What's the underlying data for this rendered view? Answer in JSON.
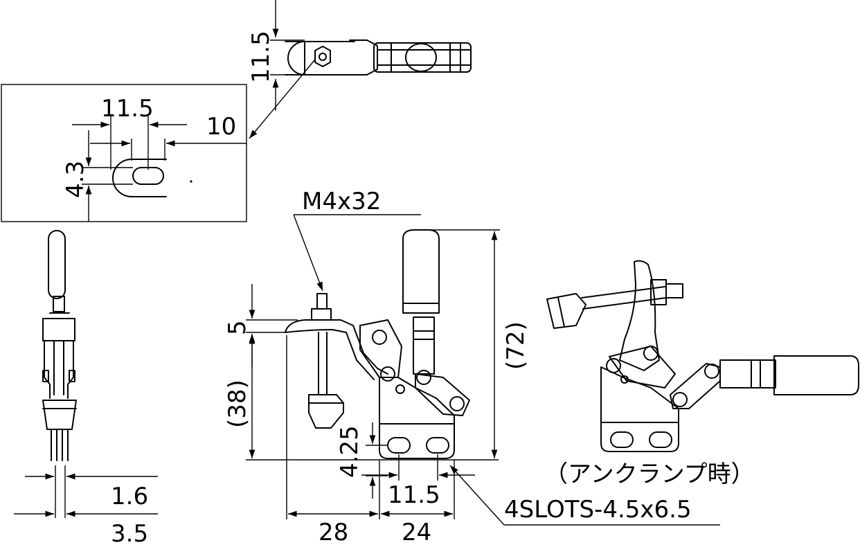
{
  "labels": {
    "top_view_height": "11.5",
    "slot_width": "11.5",
    "slot_offset": "10",
    "slot_length": "4.3",
    "bolt_spec": "M4x32",
    "spindle_offset": "5",
    "clamp_height": "(38)",
    "overall_height": "(72)",
    "slot_height": "4.25",
    "slot_pitch": "11.5",
    "base_left": "28",
    "base_right": "24",
    "slot_spec": "4SLOTS-4.5x6.5",
    "side_dim_a": "1.6",
    "side_dim_b": "3.5",
    "unclamp_caption": "（アンクランプ時）"
  }
}
